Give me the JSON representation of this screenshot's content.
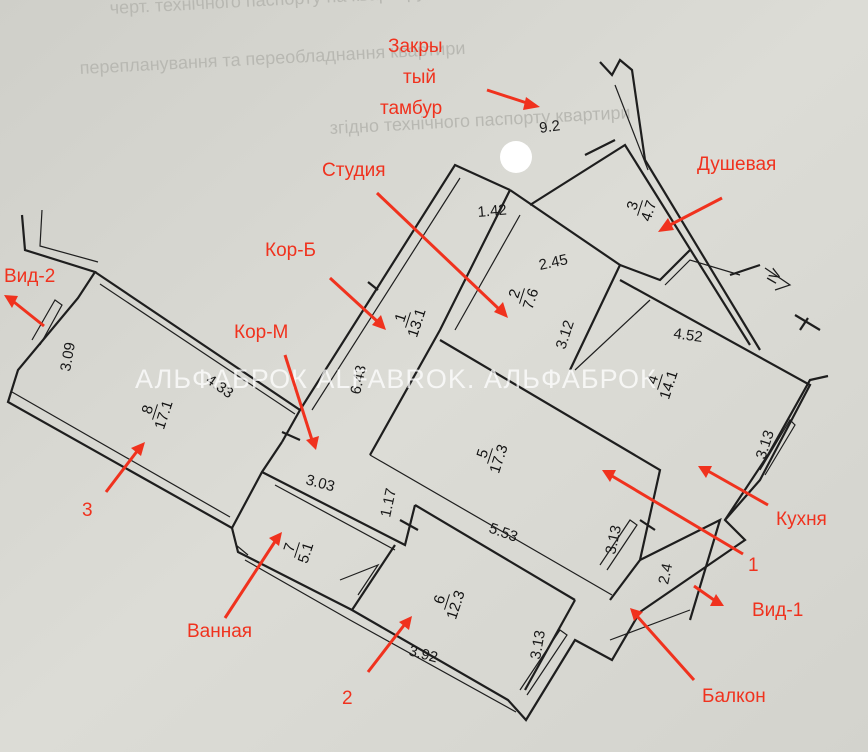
{
  "watermark": "АЛЬФАБРОК ALFABROK. АЛЬФАБРОК",
  "background_text": [
    "черт. технічного паспорту на квартиру",
    "перепланування та переобладнання квартири",
    "згідно технічного паспорту квартири"
  ],
  "rooms": [
    {
      "id": "1",
      "area": "13.1"
    },
    {
      "id": "2",
      "area": "7.6"
    },
    {
      "id": "3",
      "area": "4.7"
    },
    {
      "id": "4",
      "area": "14.1"
    },
    {
      "id": "5",
      "area": "17.3"
    },
    {
      "id": "6",
      "area": "12.3"
    },
    {
      "id": "7",
      "area": "5.1"
    },
    {
      "id": "8",
      "area": "17.1"
    }
  ],
  "dimensions": {
    "tambour_area": "9.2",
    "d1_42": "1.42",
    "d2_45": "2.45",
    "d3_12": "3.12",
    "d4_52": "4.52",
    "d3_13_kitchen": "3.13",
    "d6_43": "6.43",
    "d3_09": "3.09",
    "d4_33": "4.33",
    "d3_03": "3.03",
    "d1_17": "1.17",
    "d5_53": "5.53",
    "d3_13_room5": "3.13",
    "d2_4": "2.4",
    "d3_92": "3.92",
    "d3_13_room6": "3.13",
    "roman": "IV"
  },
  "labels": {
    "closed_tambour": [
      "Закры",
      "тый",
      "тамбур"
    ],
    "studio": "Студия",
    "shower": "Душевая",
    "corridor_b": "Кор-Б",
    "corridor_m": "Кор-М",
    "view_2": "Вид-2",
    "view_1": "Вид-1",
    "kitchen": "Кухня",
    "bathroom": "Ванная",
    "balcony": "Балкон",
    "room_3": "3",
    "room_2": "2",
    "room_1": "1"
  }
}
